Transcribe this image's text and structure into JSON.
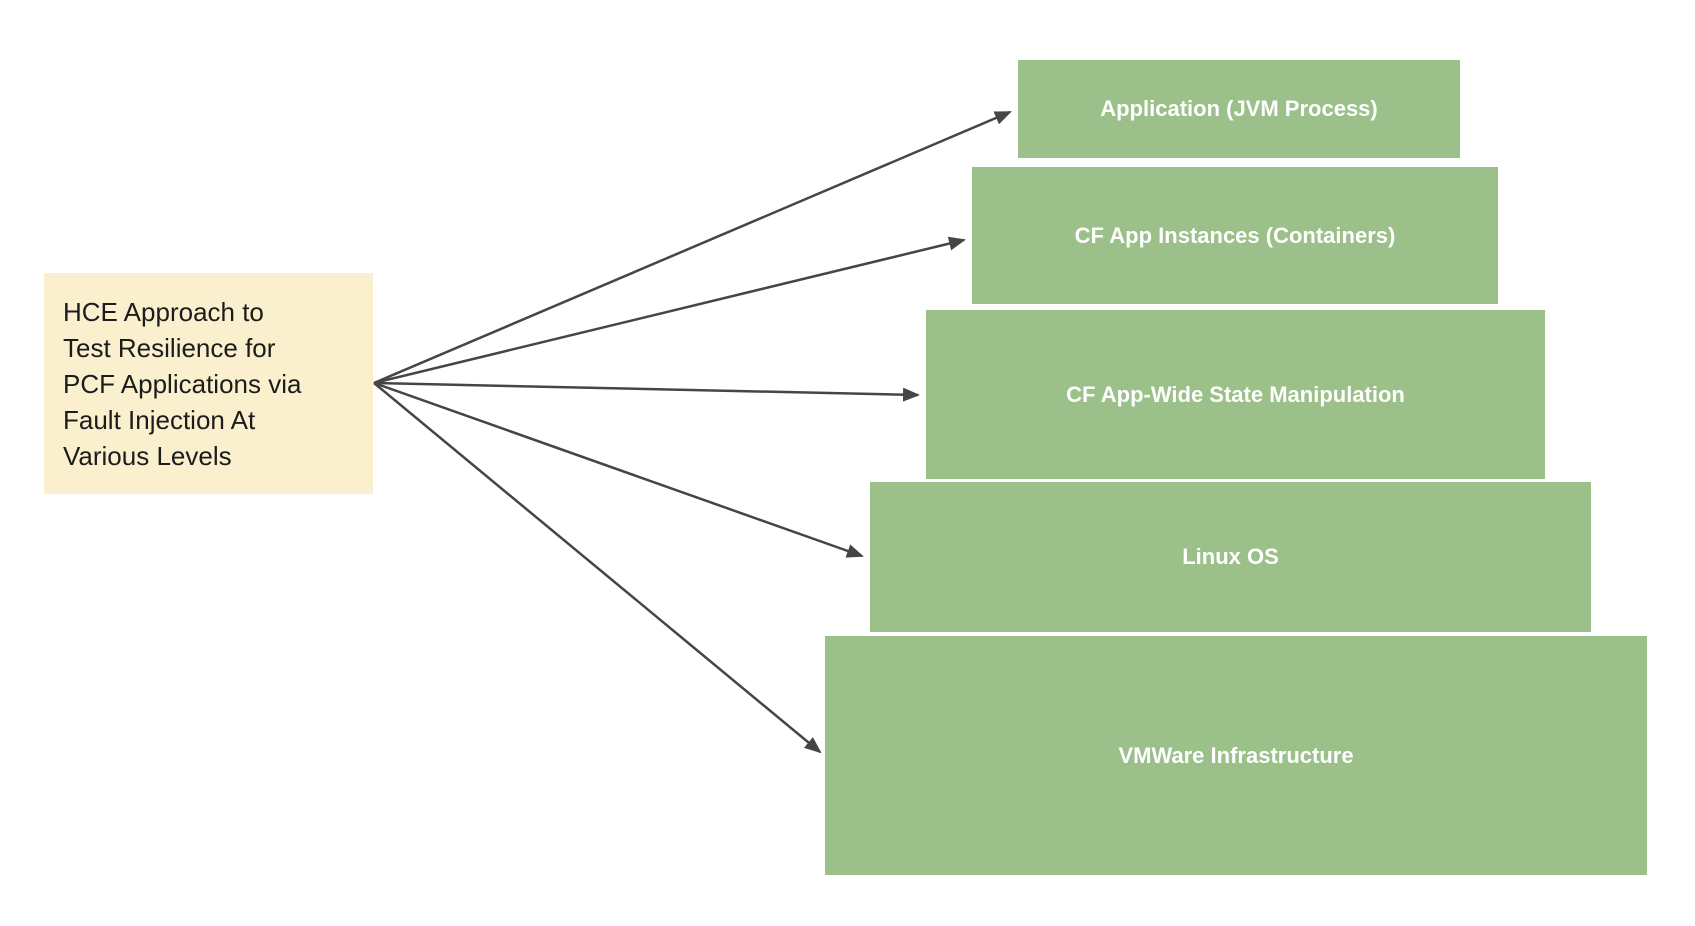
{
  "diagram": {
    "source_note": {
      "text": "HCE Approach to\nTest Resilience for\nPCF Applications via\nFault Injection At\nVarious Levels",
      "bg_color": "#FAF0CD",
      "text_color": "#1C1C1C"
    },
    "levels": [
      {
        "label": "Application (JVM Process)"
      },
      {
        "label": "CF App Instances (Containers)"
      },
      {
        "label": "CF App-Wide State Manipulation"
      },
      {
        "label": "Linux OS"
      },
      {
        "label": "VMWare Infrastructure"
      }
    ],
    "level_box_color": "#9CC08A",
    "level_text_color": "#FFFFFF",
    "arrow_color": "#454545"
  }
}
